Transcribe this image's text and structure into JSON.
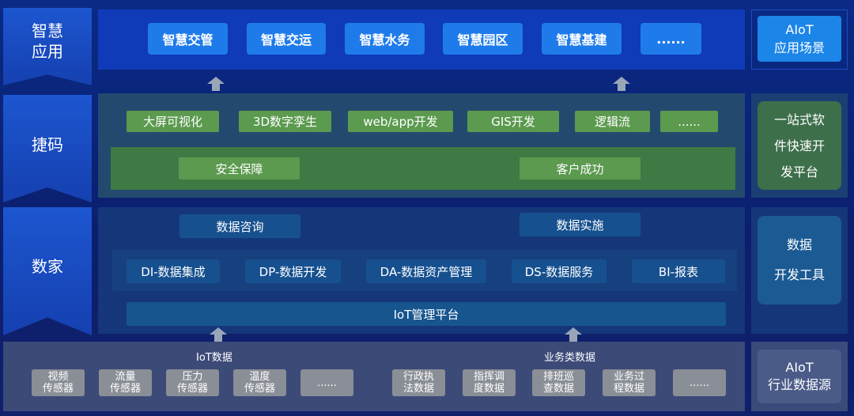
{
  "layers": {
    "application": {
      "label": "智慧\n应用",
      "label_lines": [
        "智慧",
        "应用"
      ],
      "apps": [
        "智慧交管",
        "智慧交运",
        "智慧水务",
        "智慧园区",
        "智慧基建",
        "......"
      ],
      "side": [
        "AIoT",
        "应用场景"
      ]
    },
    "lowcode": {
      "label": "捷码",
      "tools": [
        "大屏可视化",
        "3D数字孪生",
        "web/app开发",
        "GIS开发",
        "逻辑流",
        "......"
      ],
      "services": [
        "安全保障",
        "客户成功"
      ],
      "side": [
        "一站式软",
        "件快速开",
        "发平台"
      ]
    },
    "data": {
      "label": "数家",
      "consulting": [
        "数据咨询",
        "数据实施"
      ],
      "modules": [
        "DI-数据集成",
        "DP-数据开发",
        "DA-数据资产管理",
        "DS-数据服务",
        "BI-报表"
      ],
      "iot_platform": "IoT管理平台",
      "side": [
        "数据",
        "开发工具"
      ]
    },
    "source": {
      "iot_title": "IoT数据",
      "business_title": "业务类数据",
      "iot_items": [
        [
          "视频",
          "传感器"
        ],
        [
          "流量",
          "传感器"
        ],
        [
          "压力",
          "传感器"
        ],
        [
          "温度",
          "传感器"
        ],
        [
          "......",
          ""
        ]
      ],
      "business_items": [
        [
          "行政执",
          "法数据"
        ],
        [
          "指挥调",
          "度数据"
        ],
        [
          "排班巡",
          "查数据"
        ],
        [
          "业务过",
          "程数据"
        ],
        [
          "......",
          ""
        ]
      ],
      "side": [
        "AIoT",
        "行业数据源"
      ]
    }
  },
  "colors": {
    "app_chip": "#1f7bea",
    "lowcode_chip": "#5b9a4f",
    "data_chip": "#16508f",
    "sensor_chip": "#8a8e96"
  }
}
